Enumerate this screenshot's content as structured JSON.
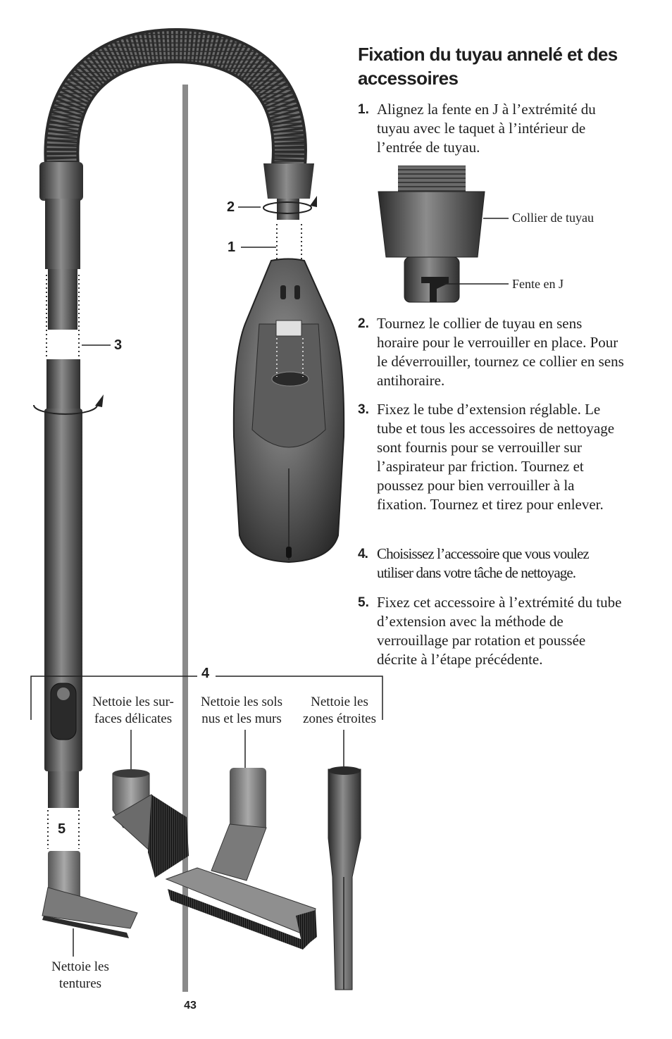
{
  "title": "Fixation du tuyau annelé et des accessoires",
  "steps": [
    {
      "num": "1.",
      "text": "Alignez la fente en J à l’extrémité du tuyau avec le taquet à l’intérieur de l’entrée de tuyau."
    },
    {
      "num": "2.",
      "text": "Tournez le collier de tuyau en sens horaire pour le verrouiller en place. Pour le déverrouiller, tournez ce collier en sens antihoraire."
    },
    {
      "num": "3.",
      "text": "Fixez le tube d’extension réglable. Le tube et tous les accessoires de nettoyage sont fournis pour se verrouiller sur l’aspirateur par friction. Tournez et poussez pour bien verrouiller à la fixation. Tournez et tirez pour enlever."
    },
    {
      "num": "4.",
      "text": "Choisissez l’accessoire que vous voulez utiliser dans votre tâche de nettoyage."
    },
    {
      "num": "5.",
      "text": "Fixez cet accessoire à l’extrémité du tube d’extension avec la méthode de verrouillage par rotation et poussée décrite à l’étape précédente."
    }
  ],
  "detail_labels": {
    "collar": "Collier de tuyau",
    "slot": "Fente en J"
  },
  "callouts": {
    "c1": "1",
    "c2": "2",
    "c3": "3",
    "c4": "4",
    "c5": "5"
  },
  "captions": {
    "upholstery": "Nettoie les tentures",
    "dusting": "Nettoie les sur- faces délicates",
    "floor": "Nettoie les sols nus et les murs",
    "crevice": "Nettoie les zones étroites"
  },
  "page_number": "43"
}
